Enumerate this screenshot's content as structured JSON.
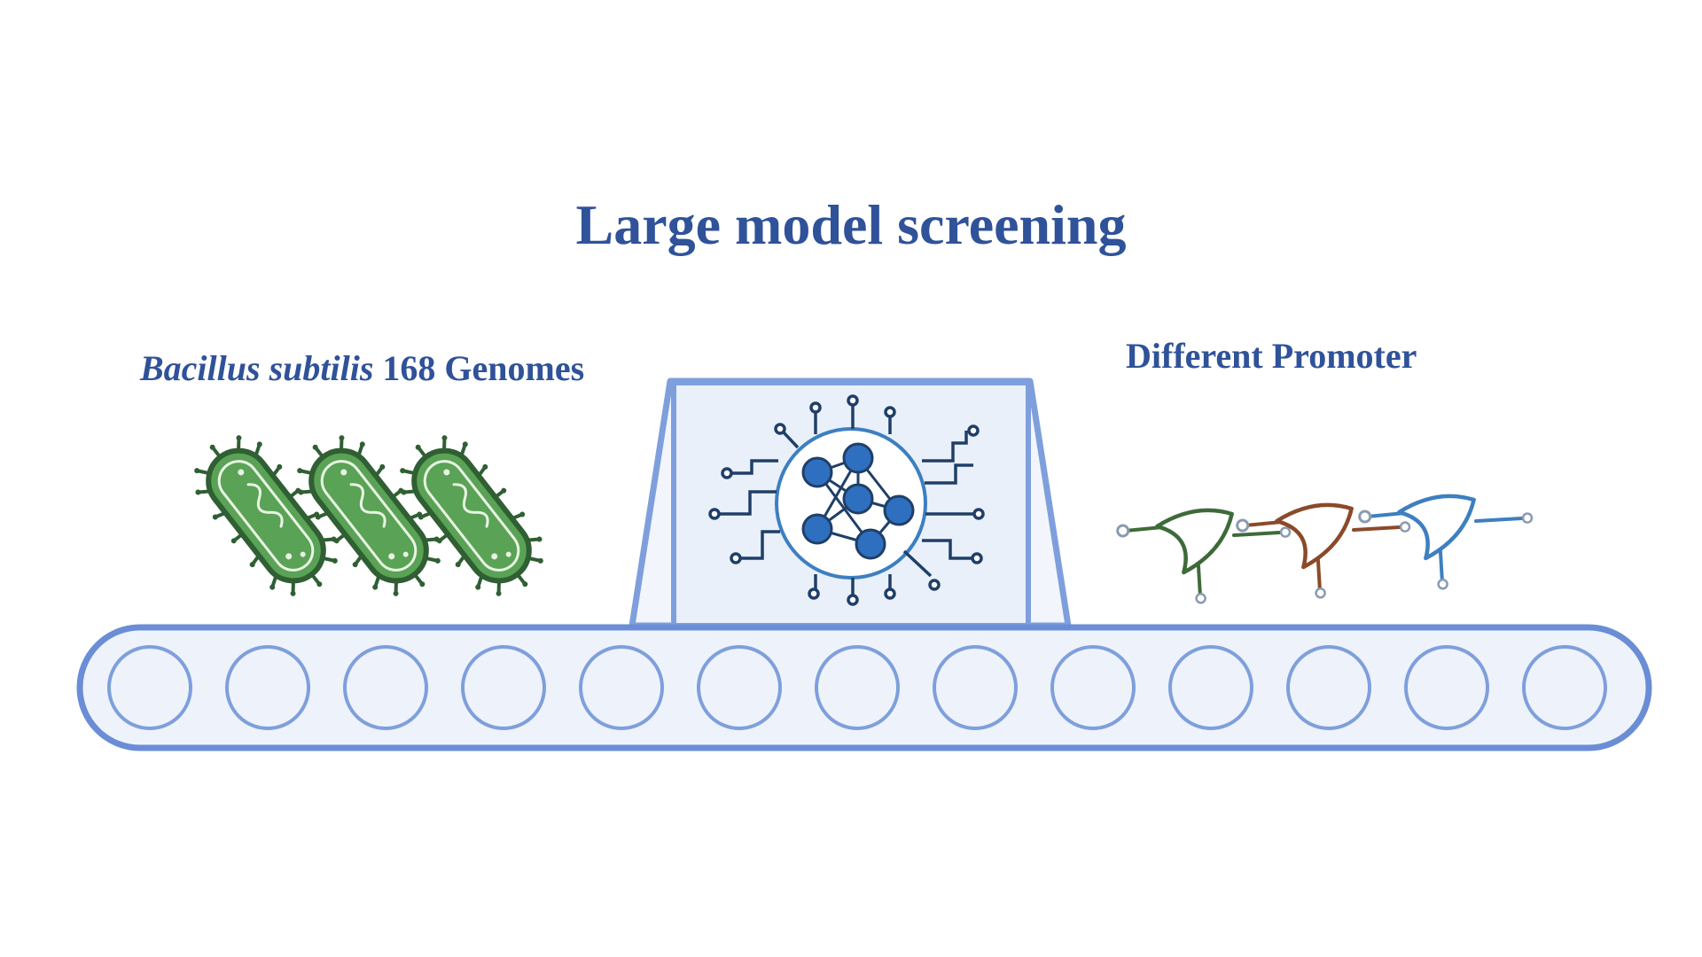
{
  "title": "Large model screening",
  "left_label": {
    "species": "Bacillus subtilis",
    "rest": " 168 Genomes"
  },
  "right_label": "Different Promoter",
  "icons": {
    "bacteria": "bacterium-icon",
    "network": "neural-network-chip-icon",
    "promoter": "promoter-logic-gate-icon"
  },
  "colors": {
    "text": "#2f5299",
    "belt_stroke": "#6b8dd6",
    "belt_fill": "#eef3fb",
    "bacteria_fill": "#5aa255",
    "bacteria_stroke": "#2f5f33",
    "chip_dark": "#1f3f68",
    "chip_node": "#2f6fbf",
    "promoter_green": "#3e6a3a",
    "promoter_brown": "#8a4a2a",
    "promoter_blue": "#3d7fc0"
  }
}
